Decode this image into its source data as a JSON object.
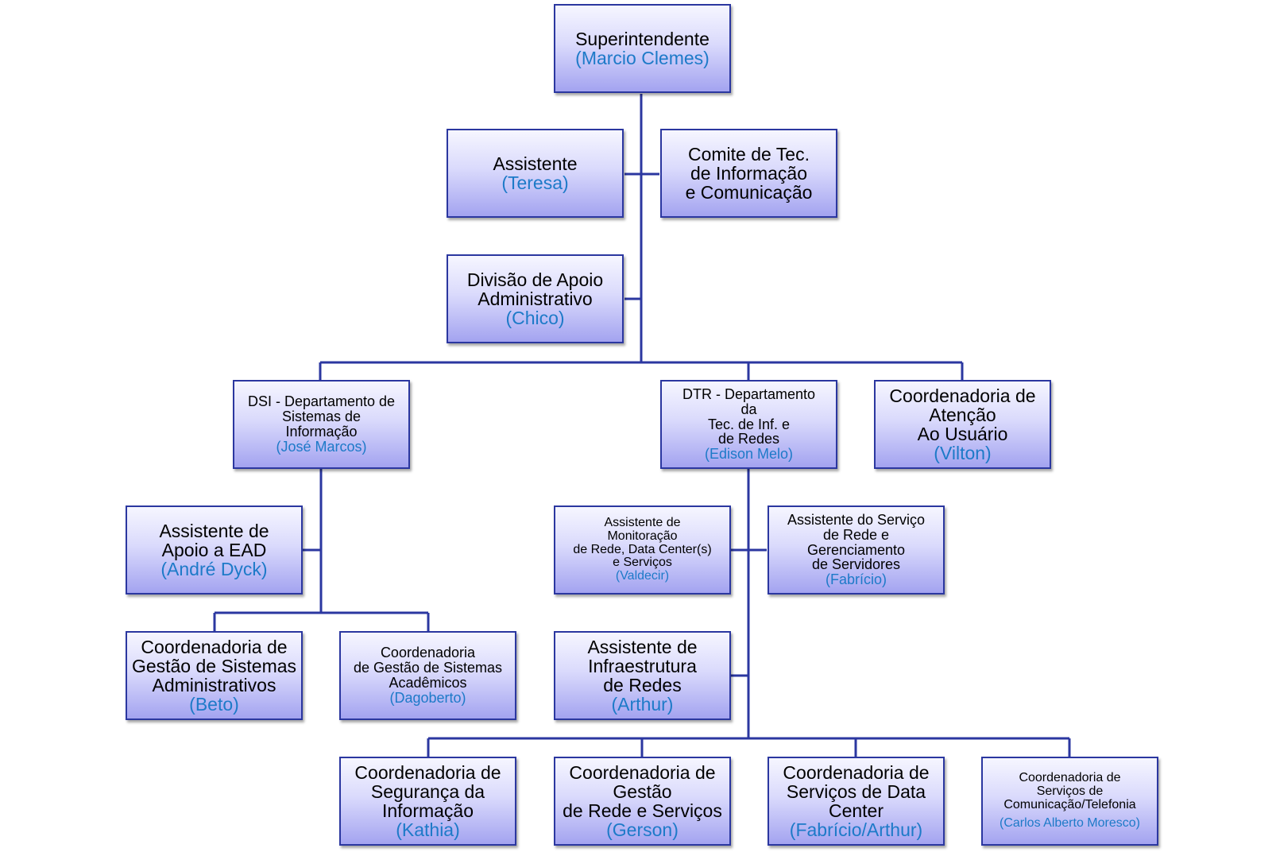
{
  "boxes": {
    "superintendente": {
      "title": "Superintendente",
      "person": "(Marcio Clemes)"
    },
    "assistente": {
      "title": "Assistente",
      "person": "(Teresa)"
    },
    "comite": {
      "title": "Comite de Tec.\nde Informação\ne Comunicação",
      "person": ""
    },
    "divisao_apoio": {
      "title": "Divisão de Apoio\nAdministrativo",
      "person": "(Chico)"
    },
    "dsi": {
      "title": "DSI - Departamento de\nSistemas de\nInformação",
      "person": "(José Marcos)"
    },
    "dtr": {
      "title": "DTR - Departamento\nda\nTec. de Inf. e\nde Redes",
      "person": "(Edison Melo)"
    },
    "atencao_usuario": {
      "title": "Coordenadoria de\nAtenção\nAo Usuário",
      "person": "(Vilton)"
    },
    "assistente_ead": {
      "title": "Assistente de\nApoio a EAD",
      "person": "(André Dyck)"
    },
    "gestao_adm": {
      "title": "Coordenadoria de\nGestão de Sistemas\nAdministrativos",
      "person": "(Beto)"
    },
    "gestao_acad": {
      "title": "Coordenadoria\nde Gestão de Sistemas\nAcadêmicos",
      "person": "(Dagoberto)"
    },
    "assist_monitoracao": {
      "title": "Assistente de\nMonitoração\nde Rede, Data Center(s)\ne Serviços",
      "person": "(Valdecir)"
    },
    "assist_servico_rede": {
      "title": "Assistente do Serviço\nde Rede e\nGerenciamento\nde Servidores",
      "person": "(Fabrício)"
    },
    "assist_infra": {
      "title": "Assistente de\nInfraestrutura\nde Redes",
      "person": "(Arthur)"
    },
    "seguranca": {
      "title": "Coordenadoria de\nSegurança da\nInformação",
      "person": "(Kathia)"
    },
    "gestao_rede": {
      "title": "Coordenadoria de\nGestão\nde Rede e Serviços",
      "person": "(Gerson)"
    },
    "datacenter": {
      "title": "Coordenadoria de\nServiços de Data\nCenter",
      "person": "(Fabrício/Arthur)"
    },
    "telefonia": {
      "title": "Coordenadoria de\nServiços de\nComunicação/Telefonia",
      "person": "(Carlos Alberto Moresco)"
    }
  },
  "colors": {
    "border": "#2b37a0",
    "line": "#2b37a0",
    "name_text": "#1d7ac8"
  }
}
